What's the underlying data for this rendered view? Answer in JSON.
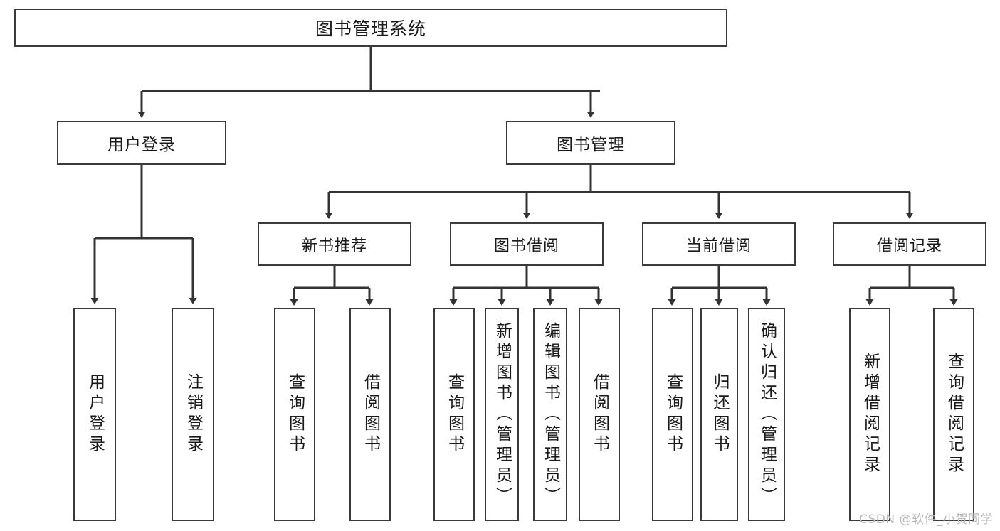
{
  "diagram": {
    "title": "图书管理系统",
    "type": "功能结构图",
    "colors": {
      "box_border": "#3a3a3a",
      "box_fill": "#ffffff",
      "text": "#1a1a1a",
      "connector": "#333333",
      "watermark": "#b9b9b9"
    },
    "root": {
      "label": "图书管理系统"
    },
    "level1": [
      {
        "label": "用户登录"
      },
      {
        "label": "图书管理"
      }
    ],
    "level2": [
      {
        "label": "新书推荐"
      },
      {
        "label": "图书借阅"
      },
      {
        "label": "当前借阅"
      },
      {
        "label": "借阅记录"
      }
    ],
    "leaves": {
      "user_login": [
        {
          "label": "用户登录"
        },
        {
          "label": "注销登录"
        }
      ],
      "new_book_recommend": [
        {
          "label": "查询图书"
        },
        {
          "label": "借阅图书"
        }
      ],
      "book_borrow": [
        {
          "label": "查询图书"
        },
        {
          "label": "新增图书（管理员）"
        },
        {
          "label": "编辑图书（管理员）"
        },
        {
          "label": "借阅图书"
        }
      ],
      "current_borrow": [
        {
          "label": "查询图书"
        },
        {
          "label": "归还图书"
        },
        {
          "label": "确认归还（管理员）"
        }
      ],
      "borrow_record": [
        {
          "label": "新增借阅记录"
        },
        {
          "label": "查询借阅记录"
        }
      ]
    }
  },
  "watermark": {
    "text": "CSDN @软件_小贺同学"
  }
}
